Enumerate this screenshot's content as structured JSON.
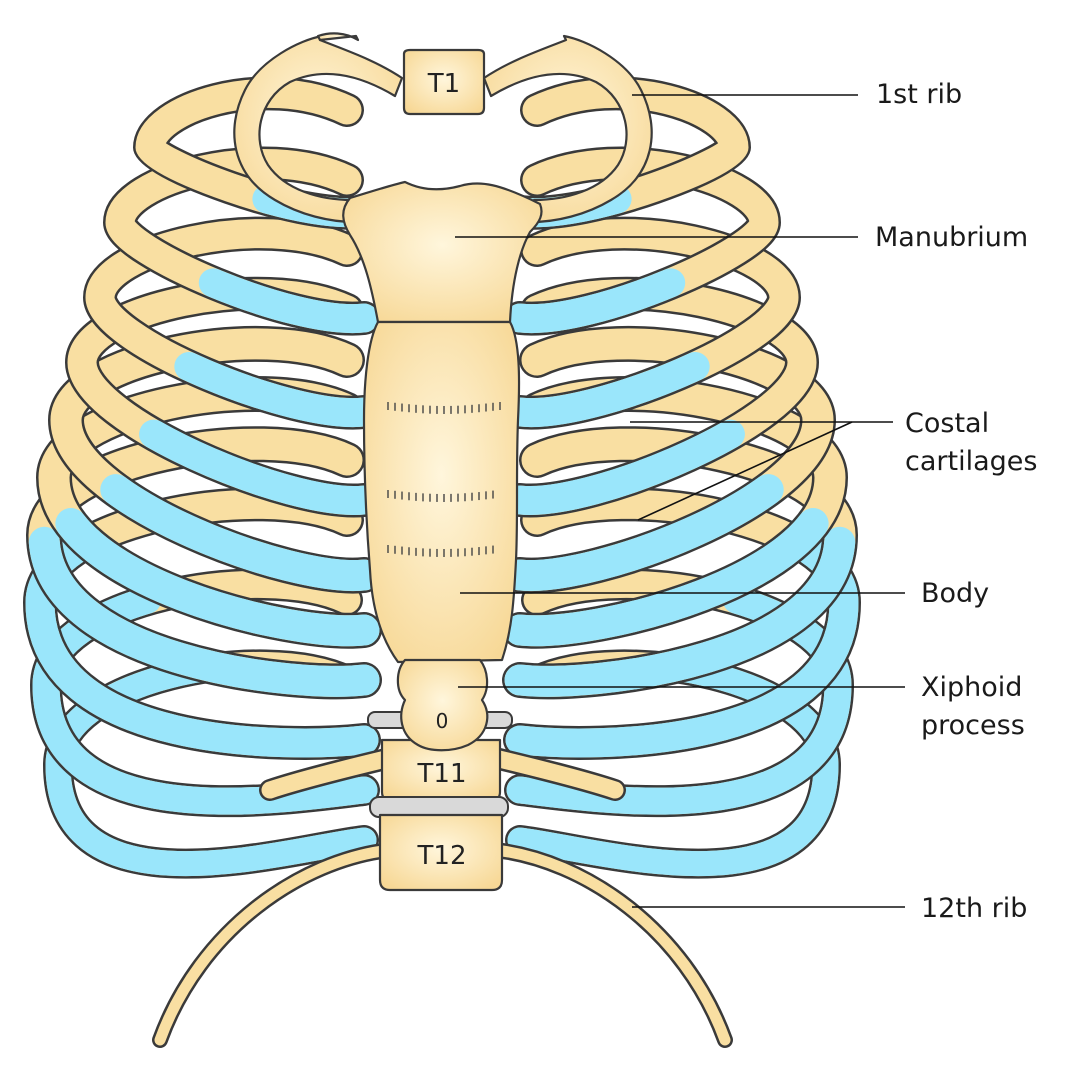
{
  "labels": {
    "first_rib": "1st rib",
    "manubrium": "Manubrium",
    "costal_line1": "Costal",
    "costal_line2": "cartilages",
    "body": "Body",
    "xiphoid_line1": "Xiphoid",
    "xiphoid_line2": "process",
    "twelfth_rib": "12th rib"
  },
  "vertebrae": {
    "t1": "T1",
    "t11": "T11",
    "t12": "T12",
    "xiphoid_mark": "0"
  },
  "colors": {
    "bone": "#f9dfa2",
    "bone_light": "#fdf0cc",
    "cartilage": "#9ae6fb",
    "outline": "#3a3a3a",
    "disc": "#d9d9d9"
  }
}
